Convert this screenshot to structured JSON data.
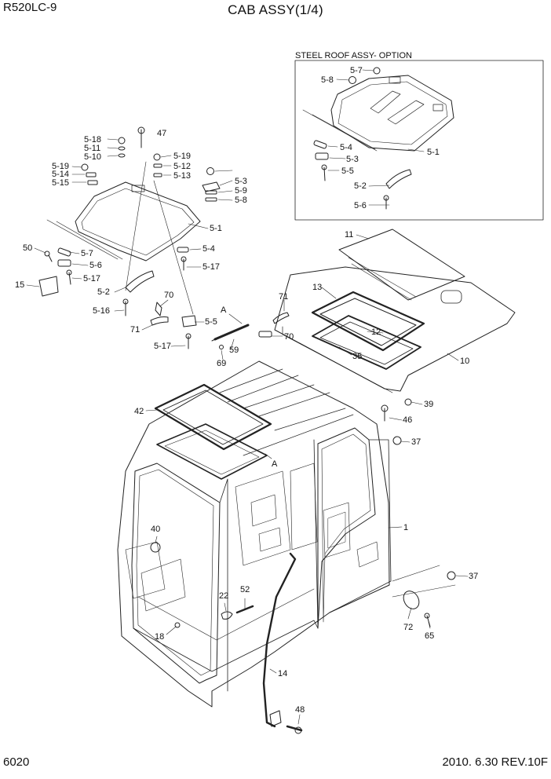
{
  "header": {
    "model": "R520LC-9",
    "title": "CAB ASSY(1/4)"
  },
  "footer": {
    "page": "6020",
    "revision": "2010. 6.30  REV.10F"
  },
  "option_box": {
    "label": "STEEL ROOF ASSY- OPTION"
  },
  "callouts": [
    "5-7",
    "5-8",
    "5-4",
    "5-3",
    "5-5",
    "5-2",
    "5-6",
    "5-1",
    "47",
    "5-18",
    "5-11",
    "5-10",
    "5-19",
    "5-12",
    "5-13",
    "5-19",
    "5-14",
    "5-15",
    "5-3",
    "5-9",
    "5-8",
    "5-1",
    "5-4",
    "5-17",
    "50",
    "5-7",
    "5-6",
    "15",
    "5-17",
    "5-2",
    "5-16",
    "70",
    "71",
    "5-5",
    "5-17",
    "A",
    "59",
    "69",
    "71",
    "70",
    "11",
    "13",
    "12",
    "35",
    "10",
    "39",
    "46",
    "42",
    "A",
    "37",
    "40",
    "1",
    "22",
    "52",
    "37",
    "18",
    "72",
    "65",
    "14",
    "48"
  ]
}
